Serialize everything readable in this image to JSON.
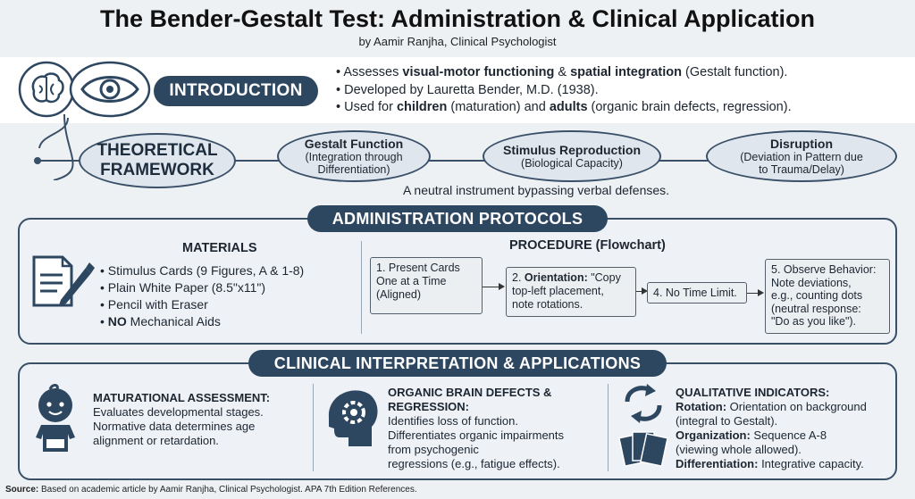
{
  "header": {
    "title": "The Bender-Gestalt Test: Administration & Clinical Application",
    "byline": "by Aamir Ranjha, Clinical Psychologist"
  },
  "introduction": {
    "label": "INTRODUCTION",
    "bullets": [
      {
        "parts": [
          "Assesses ",
          "visual-motor functioning",
          " & ",
          "spatial integration",
          " (Gestalt function)."
        ]
      },
      {
        "parts": [
          "Developed by Lauretta Bender, M.D. (1938)."
        ]
      },
      {
        "parts": [
          "Used for ",
          "children",
          " (maturation) and ",
          "adults",
          " (organic brain defects, regression)."
        ]
      }
    ]
  },
  "framework": {
    "label_line1": "THEORETICAL",
    "label_line2": "FRAMEWORK",
    "stages": [
      {
        "title": "Gestalt Function",
        "line1": "(Integration through",
        "line2": "Differentiation)"
      },
      {
        "title": "Stimulus Reproduction",
        "line1": "(Biological Capacity)",
        "line2": ""
      },
      {
        "title": "Disruption",
        "line1": "(Deviation in Pattern due",
        "line2": "to Trauma/Delay)"
      }
    ],
    "note": "A neutral instrument bypassing verbal defenses."
  },
  "administration": {
    "label": "ADMINISTRATION PROTOCOLS",
    "materials": {
      "heading": "MATERIALS",
      "items": [
        "Stimulus Cards (9 Figures, A & 1-8)",
        "Plain White Paper (8.5\"x11\")",
        "Pencil with Eraser"
      ],
      "last_bold": "NO",
      "last_rest": " Mechanical Aids"
    },
    "procedure": {
      "heading": "PROCEDURE (Flowchart)",
      "step1": [
        "1. Present Cards",
        "One at a Time",
        "(Aligned)"
      ],
      "step2_prefix": "2. ",
      "step2_bold": "Orientation:",
      "step2_rest": " \"Copy",
      "step2_lines": [
        "top-left placement,",
        "note rotations."
      ],
      "step4": "4. No Time Limit.",
      "step5": [
        "5. Observe Behavior:",
        "Note deviations,",
        "e.g., counting dots",
        "(neutral response:",
        "\"Do as you like\")."
      ]
    }
  },
  "clinical": {
    "label": "CLINICAL INTERPRETATION & APPLICATIONS",
    "maturational": {
      "heading": "MATURATIONAL ASSESSMENT:",
      "lines": [
        "Evaluates developmental stages.",
        "Normative data determines age",
        "alignment or retardation."
      ]
    },
    "organic": {
      "heading1": "ORGANIC BRAIN DEFECTS &",
      "heading2": "REGRESSION:",
      "lines": [
        "Identifies loss of function.",
        "Differentiates organic impairments",
        "from psychogenic",
        "regressions (e.g., fatigue effects)."
      ]
    },
    "qualitative": {
      "heading": "QUALITATIVE INDICATORS:",
      "rotation_label": "Rotation:",
      "rotation_text": " Orientation on background",
      "rotation_text2": "(integral to Gestalt).",
      "organization_label": "Organization:",
      "organization_text": " Sequence A-8",
      "organization_text2": "(viewing whole allowed).",
      "differentiation_label": "Differentiation:",
      "differentiation_text": " Integrative capacity."
    }
  },
  "footer": {
    "source_label": "Source:",
    "source_text": " Based on academic article by Aamir Ranjha, Clinical Psychologist. APA 7th Edition References."
  },
  "colors": {
    "accent": "#2e4761",
    "panel_border": "#3a5068",
    "background": "#eef1f4"
  }
}
